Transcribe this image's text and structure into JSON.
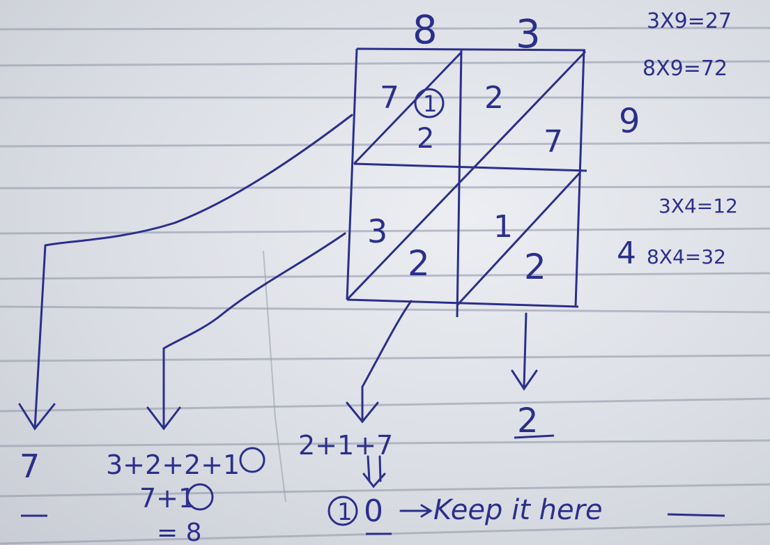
{
  "top": {
    "multiplicand_tens": "8",
    "multiplicand_ones": "3"
  },
  "right": {
    "multiplier_top": "9",
    "multiplier_bottom": "4",
    "note_1": "3X9=27",
    "note_2": "8X9=72",
    "note_3": "3X4=12",
    "note_4": "8X4=32"
  },
  "cells": {
    "tl_upper": "7",
    "tl_circled": "1",
    "tl_lower": "2",
    "tr_upper": "2",
    "tr_lower": "7",
    "bl_upper": "3",
    "bl_lower": "2",
    "br_upper": "1",
    "br_lower": "2"
  },
  "results": {
    "digit_1": "7",
    "diag_2_sum": "3+2+2+1",
    "diag_2_mid": "7+1",
    "diag_2_final": "= 8",
    "diag_3_sum": "2+1+7",
    "carry": "1",
    "digit_3": "0",
    "keep_note": "Keep it here",
    "digit_4": "2"
  },
  "colors": {
    "ink": "#2b2f8a",
    "paper": "#dfe2e8",
    "rule": "#8f95a6"
  }
}
